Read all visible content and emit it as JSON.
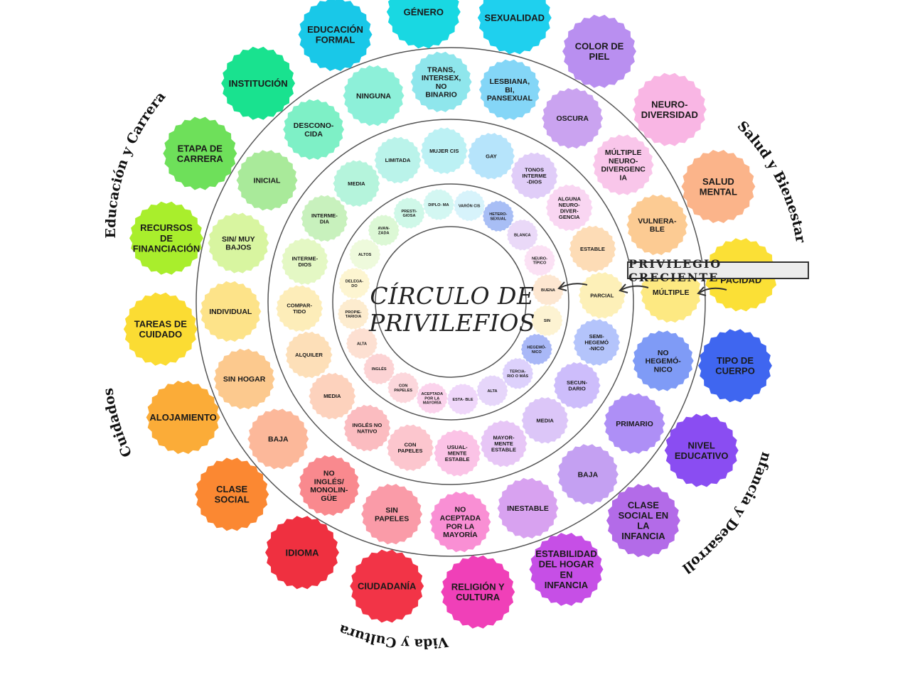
{
  "title": [
    "CÍRCULO DE",
    "PRIVILEFIOS"
  ],
  "privilege_label": "PRIVILEGIO CRECIENTE",
  "categories": [
    {
      "id": "educacion",
      "text": "Educación y Carrera"
    },
    {
      "id": "salud",
      "text": "Salud y Bienestar"
    },
    {
      "id": "infancia",
      "text": "Infancia y Desarrollo"
    },
    {
      "id": "vida",
      "text": "Vida y Cultura"
    },
    {
      "id": "cuidados",
      "text": "Cuidados"
    }
  ],
  "rings": {
    "outer": [
      {
        "label": "SEXUALIDAD",
        "color": "#1fd0ee"
      },
      {
        "label": "COLOR DE PIEL",
        "color": "#b98ff0"
      },
      {
        "label": "NEURO- DIVERSIDAD",
        "color": "#f9b6e4"
      },
      {
        "label": "SALUD MENTAL",
        "color": "#fbb48a"
      },
      {
        "label": "DISCA- PACIDAD",
        "color": "#fbe036"
      },
      {
        "label": "TIPO DE CUERPO",
        "color": "#3f66f0"
      },
      {
        "label": "NIVEL EDUCATIVO",
        "color": "#8a4df2"
      },
      {
        "label": "CLASE SOCIAL EN LA INFANCIA",
        "color": "#b36be8"
      },
      {
        "label": "ESTABILIDAD DEL HOGAR EN INFANCIA",
        "color": "#c64fe6"
      },
      {
        "label": "RELIGIÓN Y CULTURA",
        "color": "#f040b8"
      },
      {
        "label": "CIUDADANÍA",
        "color": "#f23447"
      },
      {
        "label": "IDIOMA",
        "color": "#ef3040"
      },
      {
        "label": "CLASE SOCIAL",
        "color": "#fb8832"
      },
      {
        "label": "ALOJAMIENTO",
        "color": "#fbac38"
      },
      {
        "label": "TAREAS DE CUIDADO",
        "color": "#fbdc33"
      },
      {
        "label": "RECURSOS DE FINANCIACIÓN",
        "color": "#a9ee2c"
      },
      {
        "label": "ETAPA DE CARRERA",
        "color": "#6ee05a"
      },
      {
        "label": "INSTITUCIÓN",
        "color": "#19e28f"
      },
      {
        "label": "EDUCACIÓN FORMAL",
        "color": "#19c8e8"
      },
      {
        "label": "GÉNERO",
        "color": "#19d8e2"
      }
    ],
    "ring2": [
      {
        "label": "LESBIANA, BI, PANSEXUAL",
        "color": "#84d6f7"
      },
      {
        "label": "OSCURA",
        "color": "#caa3f0"
      },
      {
        "label": "MÚLTIPLE NEURO- DIVERGENC IA",
        "color": "#f9c6ea"
      },
      {
        "label": "VULNERA- BLE",
        "color": "#fccb93"
      },
      {
        "label": "MÚLTIPLE",
        "color": "#fde982"
      },
      {
        "label": "NO HEGEMÓ- NICO",
        "color": "#7f9bf6"
      },
      {
        "label": "PRIMARIO",
        "color": "#ae8ff6"
      },
      {
        "label": "BAJA",
        "color": "#c4a0f2"
      },
      {
        "label": "INESTABLE",
        "color": "#d8a2f0"
      },
      {
        "label": "NO ACEPTADA POR LA MAYORÍA",
        "color": "#f98fd4"
      },
      {
        "label": "SIN PAPELES",
        "color": "#fa9ba8"
      },
      {
        "label": "NO INGLÉS/ MONOLIN- GÜE",
        "color": "#f9898e"
      },
      {
        "label": "BAJA",
        "color": "#fcb89a"
      },
      {
        "label": "SIN HOGAR",
        "color": "#fcc98e"
      },
      {
        "label": "INDIVIDUAL",
        "color": "#fde389"
      },
      {
        "label": "SIN/ MUY BAJOS",
        "color": "#d8f5a0"
      },
      {
        "label": "INICIAL",
        "color": "#a9ea9a"
      },
      {
        "label": "DESCONO- CIDA",
        "color": "#7ef0c6"
      },
      {
        "label": "NINGUNA",
        "color": "#8df0d9"
      },
      {
        "label": "TRANS, INTERSEX, NO BINARIO",
        "color": "#8fe6ec"
      }
    ],
    "ring3": [
      {
        "label": "GAY",
        "color": "#b6e4fb"
      },
      {
        "label": "TONOS INTERME -DIOS",
        "color": "#e0cdf8"
      },
      {
        "label": "ALGUNA NEURO- DIVER- GENCIA",
        "color": "#f9d6f2"
      },
      {
        "label": "ESTABLE",
        "color": "#fddcb6"
      },
      {
        "label": "PARCIAL",
        "color": "#fdf0b8"
      },
      {
        "label": "SEMI- HEGEMÓ -NICO",
        "color": "#b4c4fb"
      },
      {
        "label": "SECUN- DARIO",
        "color": "#cdbdfb"
      },
      {
        "label": "MEDIA",
        "color": "#dcc6f8"
      },
      {
        "label": "MAYOR- MENTE ESTABLE",
        "color": "#e7c6f6"
      },
      {
        "label": "USUAL- MENTE ESTABLE",
        "color": "#fbc3e6"
      },
      {
        "label": "CON PAPELES",
        "color": "#fcc6ce"
      },
      {
        "label": "INGLÉS NO NATIVO",
        "color": "#fbbcc0"
      },
      {
        "label": "MEDIA",
        "color": "#fdd2bd"
      },
      {
        "label": "ALQUILER",
        "color": "#fddfb8"
      },
      {
        "label": "COMPAR- TIDO",
        "color": "#fdedb9"
      },
      {
        "label": "INTERME- DIOS",
        "color": "#e4f8c4"
      },
      {
        "label": "INTERME- DIA",
        "color": "#c8f1bd"
      },
      {
        "label": "MEDIA",
        "color": "#b5f4dc"
      },
      {
        "label": "LIMITADA",
        "color": "#baf3ea"
      },
      {
        "label": "MUJER CIS",
        "color": "#bcf1f4"
      }
    ],
    "inner": [
      {
        "label": "VARÓN CIS",
        "color": "#d7f3fb"
      },
      {
        "label": "HETERO- SEXUAL",
        "color": "#a8bef5"
      },
      {
        "label": "BLANCA",
        "color": "#ead9f8"
      },
      {
        "label": "NEURO- TÍPICO",
        "color": "#fbe1f4"
      },
      {
        "label": "BUENA",
        "color": "#fde7d1"
      },
      {
        "label": "SIN",
        "color": "#fdf3d2"
      },
      {
        "label": "HEGEMÓ- NICO",
        "color": "#a9b8f7"
      },
      {
        "label": "TERCIA- RIO O MÁS",
        "color": "#ddd1fc"
      },
      {
        "label": "ALTA",
        "color": "#e6d6fa"
      },
      {
        "label": "ESTA- BLE",
        "color": "#efd7fa"
      },
      {
        "label": "ACEPTADA POR LA MAYORÍA",
        "color": "#fbd3ec"
      },
      {
        "label": "CON PAPELES",
        "color": "#fcd7dc"
      },
      {
        "label": "INGLÉS",
        "color": "#fcd3d4"
      },
      {
        "label": "ALTA",
        "color": "#fde0d2"
      },
      {
        "label": "PROPIE- TARIO/A",
        "color": "#fdeccf"
      },
      {
        "label": "DELEGA- DO",
        "color": "#fdf5d1"
      },
      {
        "label": "ALTOS",
        "color": "#eefadc"
      },
      {
        "label": "AVAN- ZADA",
        "color": "#dcf8d5"
      },
      {
        "label": "PRESTI- GIOSA",
        "color": "#cff8e8"
      },
      {
        "label": "DIPLO- MA",
        "color": "#d3f7f2"
      }
    ]
  }
}
